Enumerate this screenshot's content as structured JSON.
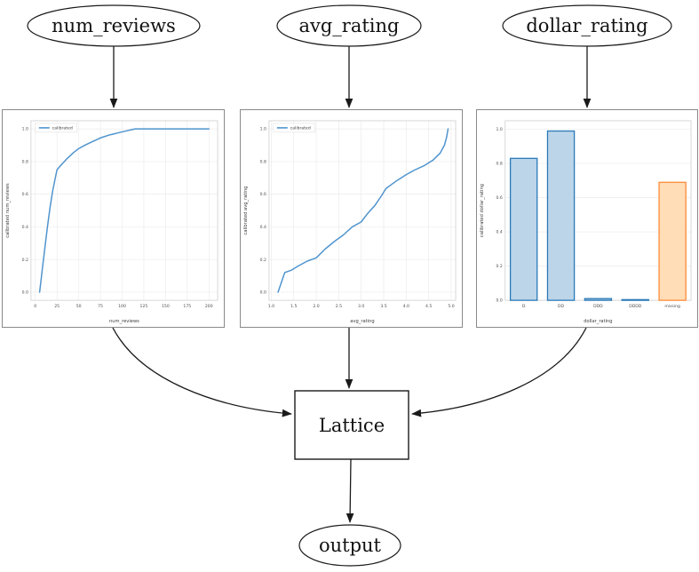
{
  "diagram": {
    "nodes": {
      "num_reviews": {
        "label": "num_reviews"
      },
      "avg_rating": {
        "label": "avg_rating"
      },
      "dollar_rating": {
        "label": "dollar_rating"
      },
      "lattice": {
        "label": "Lattice"
      },
      "output": {
        "label": "output"
      }
    }
  },
  "colors": {
    "edge_black": "#1a1a1a",
    "line_blue": "#4f94ce",
    "bar_blue_fill": "#bcd5e9",
    "bar_blue_edge": "#2878b8",
    "bar_orange_fill": "#ffddb7",
    "bar_orange_edge": "#fd8b3a",
    "grid": "#ececec",
    "spine": "#cfcfcf",
    "tick_text": "#4d4d4d",
    "label_text": "#3c3c3c"
  },
  "chart_data": [
    {
      "type": "line",
      "title": "",
      "xlabel": "num_reviews",
      "ylabel": "calibrated num_reviews",
      "legend": [
        "calibrated"
      ],
      "legend_position": "upper left",
      "grid": true,
      "xlim": [
        -5,
        210
      ],
      "ylim": [
        -0.05,
        1.05
      ],
      "xticks": [
        "0",
        "25",
        "50",
        "75",
        "100",
        "125",
        "150",
        "175",
        "200"
      ],
      "yticks": [
        "0.0",
        "0.2",
        "0.4",
        "0.6",
        "0.8",
        "1.0"
      ],
      "x": [
        5,
        8,
        11,
        14,
        17,
        20,
        25,
        30,
        37,
        44,
        50,
        57,
        65,
        75,
        85,
        95,
        105,
        115,
        130,
        200
      ],
      "y": [
        0.0,
        0.14,
        0.27,
        0.4,
        0.52,
        0.62,
        0.75,
        0.78,
        0.82,
        0.855,
        0.88,
        0.9,
        0.92,
        0.945,
        0.962,
        0.975,
        0.988,
        1.0,
        1.0,
        1.0
      ]
    },
    {
      "type": "line",
      "title": "",
      "xlabel": "avg_rating",
      "ylabel": "calibrated avg_rating",
      "legend": [
        "calibrated"
      ],
      "legend_position": "upper left",
      "grid": true,
      "xlim": [
        0.95,
        5.1
      ],
      "ylim": [
        -0.05,
        1.05
      ],
      "xticks": [
        "1.0",
        "1.5",
        "2.0",
        "2.5",
        "3.0",
        "3.5",
        "4.0",
        "4.5",
        "5.0"
      ],
      "yticks": [
        "0.0",
        "0.2",
        "0.4",
        "0.6",
        "0.8",
        "1.0"
      ],
      "x": [
        1.15,
        1.3,
        1.45,
        1.6,
        1.8,
        2.0,
        2.2,
        2.4,
        2.6,
        2.8,
        3.0,
        3.15,
        3.3,
        3.45,
        3.55,
        3.65,
        3.8,
        4.0,
        4.2,
        4.4,
        4.6,
        4.75,
        4.85,
        4.9,
        4.93
      ],
      "y": [
        0.0,
        0.12,
        0.135,
        0.16,
        0.19,
        0.21,
        0.265,
        0.31,
        0.35,
        0.4,
        0.43,
        0.485,
        0.53,
        0.59,
        0.635,
        0.655,
        0.685,
        0.72,
        0.75,
        0.775,
        0.81,
        0.85,
        0.9,
        0.95,
        1.0
      ]
    },
    {
      "type": "bar",
      "title": "",
      "xlabel": "dollar_rating",
      "ylabel": "calibrated dollar_rating",
      "grid": true,
      "ylim": [
        0,
        1.05
      ],
      "yticks": [
        "0.0",
        "0.2",
        "0.4",
        "0.6",
        "0.8",
        "1.0"
      ],
      "categories": [
        "D",
        "DD",
        "DDD",
        "DDDD",
        "missing"
      ],
      "values": [
        0.83,
        0.99,
        0.01,
        0.004,
        0.69
      ],
      "bar_colors": [
        "blue",
        "blue",
        "blue",
        "blue",
        "orange"
      ]
    }
  ]
}
